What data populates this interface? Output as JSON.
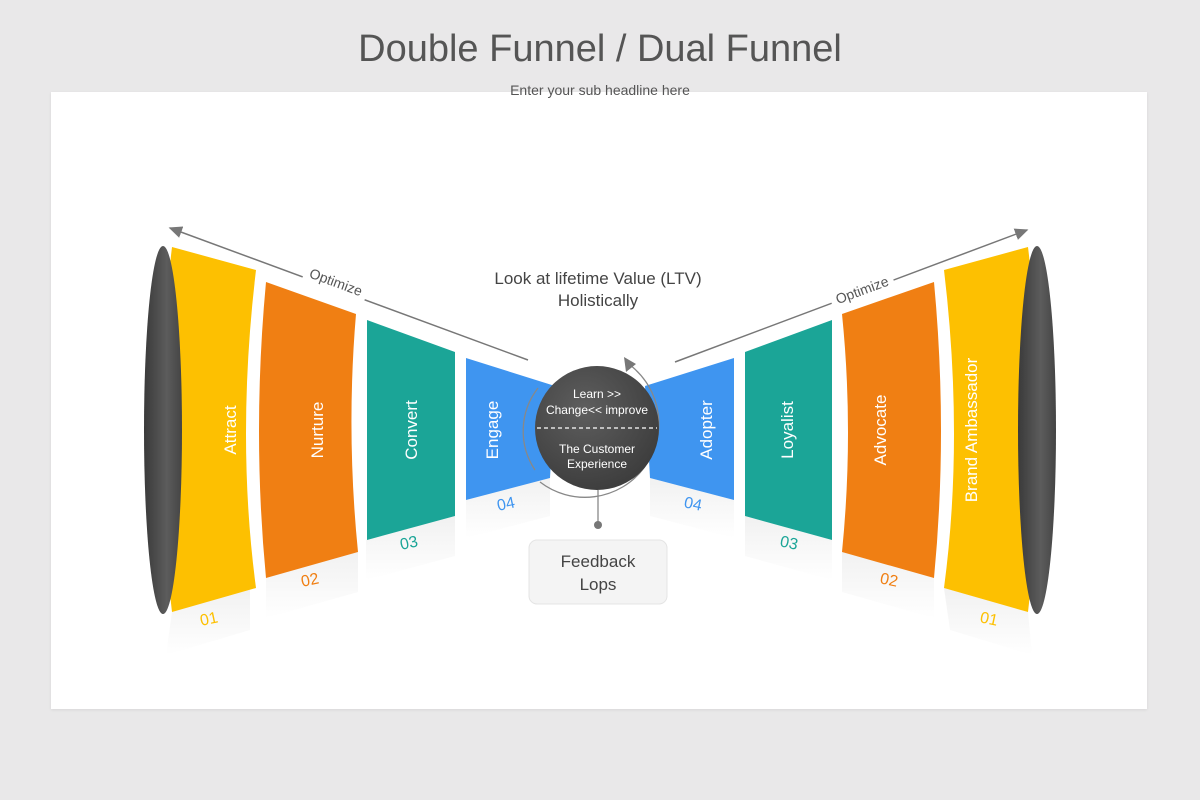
{
  "title": "Double Funnel / Dual Funnel",
  "subtitle": "Enter your sub headline here",
  "ltv": {
    "line1": "Look at lifetime Value (LTV)",
    "line2": "Holistically"
  },
  "optimize_label": "Optimize",
  "center": {
    "top_line1": "Learn >>",
    "top_line2": "Change<< improve",
    "bottom_line1": "The Customer",
    "bottom_line2": "Experience"
  },
  "feedback": {
    "line1": "Feedback",
    "line2": "Lops"
  },
  "left_funnel": [
    {
      "label": "Attract",
      "number": "01",
      "color": "#FDC001"
    },
    {
      "label": "Nurture",
      "number": "02",
      "color": "#F07F13"
    },
    {
      "label": "Convert",
      "number": "03",
      "color": "#1BA597"
    },
    {
      "label": "Engage",
      "number": "04",
      "color": "#3F95F0"
    }
  ],
  "right_funnel": [
    {
      "label": "Adopter",
      "number": "04",
      "color": "#3F95F0"
    },
    {
      "label": "Loyalist",
      "number": "03",
      "color": "#1BA597"
    },
    {
      "label": "Advocate",
      "number": "02",
      "color": "#F07F13"
    },
    {
      "label": "Brand Ambassador",
      "number": "01",
      "color": "#FDC001"
    }
  ],
  "colors": {
    "ellipse": "#4a4a4a",
    "circle": "#4f4f4f",
    "arrow": "#777777"
  }
}
